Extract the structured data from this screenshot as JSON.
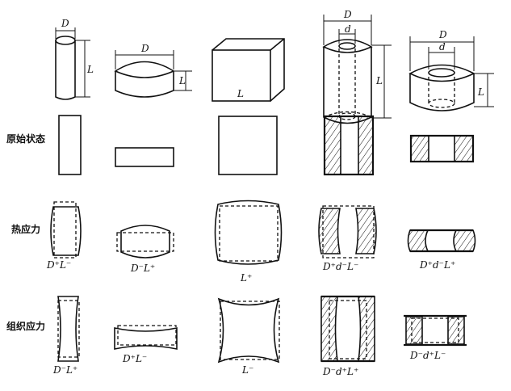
{
  "row_labels": {
    "original": "原始状态",
    "thermal": "热应力",
    "structural": "组织应力"
  },
  "dims": {
    "D": "D",
    "d": "d",
    "L": "L"
  },
  "thermal_labels": [
    "D⁺L⁻",
    "D⁻L⁺",
    "L⁺",
    "D⁺d⁻L⁻",
    "D⁺d⁻L⁺"
  ],
  "structural_labels": [
    "D⁻L⁺",
    "D⁺L⁻",
    "L⁻",
    "D⁻d⁺L⁺",
    "D⁻d⁺L⁻"
  ]
}
